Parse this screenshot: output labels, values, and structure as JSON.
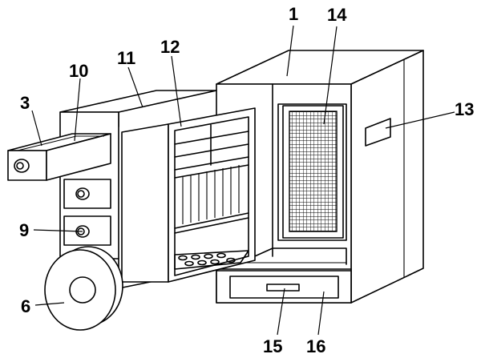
{
  "diagram": {
    "labels": {
      "n1": "1",
      "n3": "3",
      "n6": "6",
      "n9": "9",
      "n10": "10",
      "n11": "11",
      "n12": "12",
      "n13": "13",
      "n14": "14",
      "n15": "15",
      "n16": "16"
    },
    "line_color": "#000000",
    "background": "#ffffff"
  }
}
